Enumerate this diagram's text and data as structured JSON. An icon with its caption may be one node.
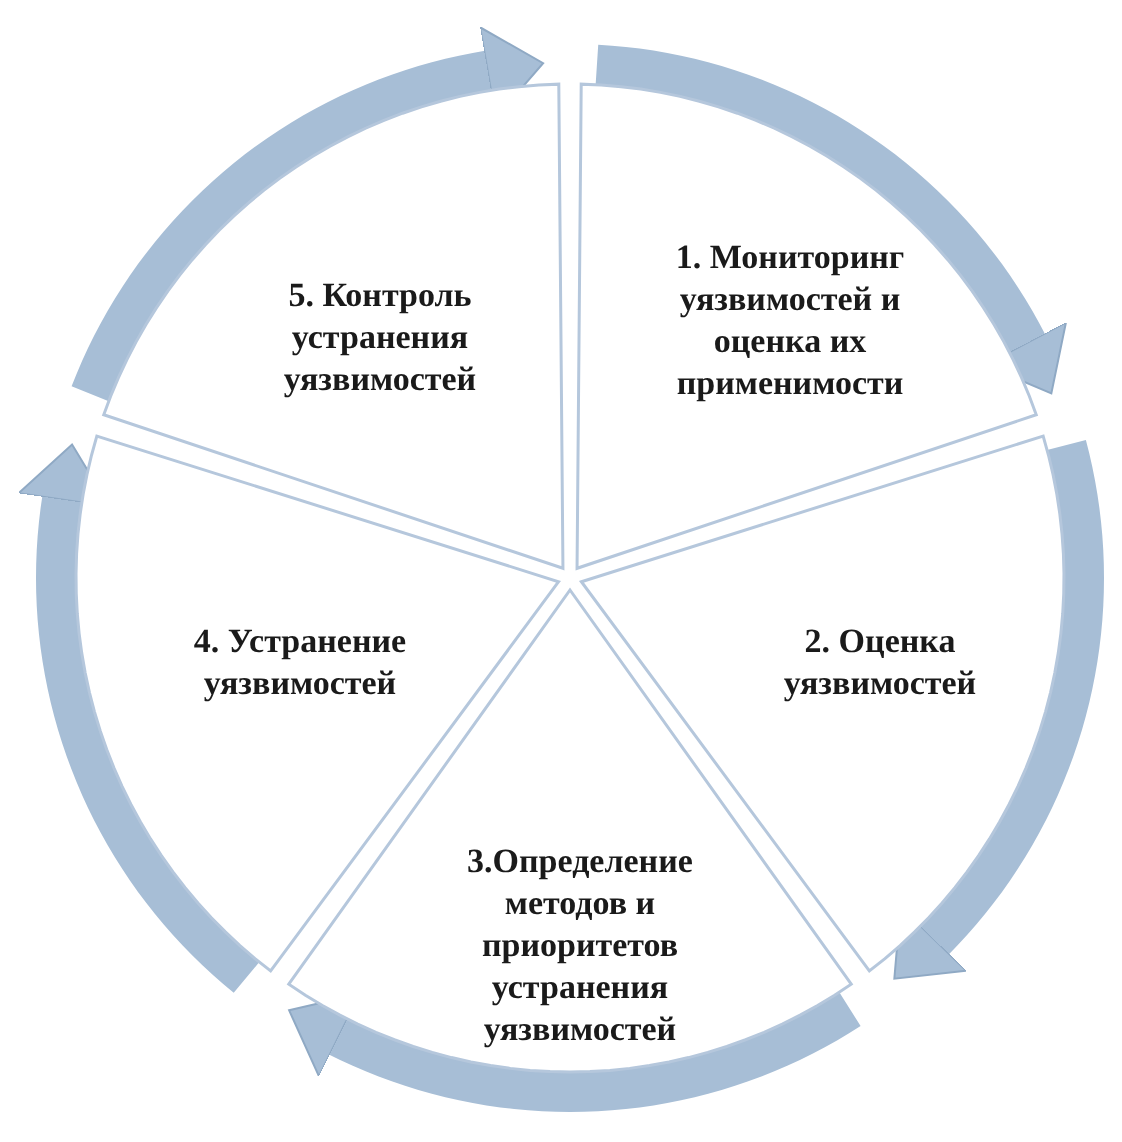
{
  "diagram": {
    "nodes": [
      {
        "text": [
          "1. Мониторинг уязвимостей и оценка их применимости"
        ]
      },
      {
        "text": [
          "2. Оценка уязвимостей"
        ]
      },
      {
        "text": [
          "3.Определение методов и приоритетов устранения уязвимостей"
        ]
      },
      {
        "text": [
          "4. Устранение уязвимостей"
        ]
      },
      {
        "text": [
          "5. Контроль устранения уязвимостей"
        ]
      }
    ],
    "edges": [
      {
        "from": 0,
        "to": 1,
        "arrow": "to"
      },
      {
        "from": 1,
        "to": 2,
        "arrow": "to"
      },
      {
        "from": 2,
        "to": 3,
        "arrow": "to"
      },
      {
        "from": 3,
        "to": 4,
        "arrow": "to"
      },
      {
        "from": 4,
        "to": 0,
        "arrow": "to"
      }
    ]
  }
}
